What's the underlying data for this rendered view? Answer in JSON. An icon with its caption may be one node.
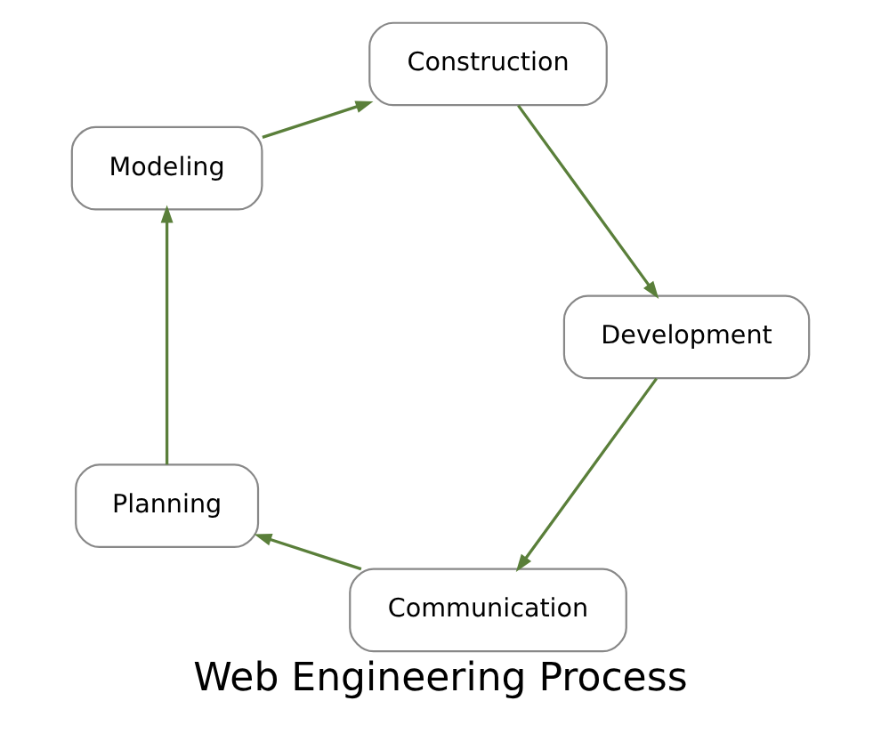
{
  "diagram": {
    "title": "Web Engineering Process",
    "nodes": [
      {
        "text": [
          "Communication"
        ]
      },
      {
        "text": [
          "Planning"
        ]
      },
      {
        "text": [
          "Modeling"
        ]
      },
      {
        "text": [
          "Construction"
        ]
      },
      {
        "text": [
          "Development"
        ]
      }
    ],
    "edges": [
      {
        "from": 0,
        "to": 1,
        "arrow": "to"
      },
      {
        "from": 1,
        "to": 2,
        "arrow": "to"
      },
      {
        "from": 2,
        "to": 3,
        "arrow": "to"
      },
      {
        "from": 3,
        "to": 4,
        "arrow": "to"
      },
      {
        "from": 4,
        "to": 0,
        "arrow": "to"
      }
    ]
  }
}
